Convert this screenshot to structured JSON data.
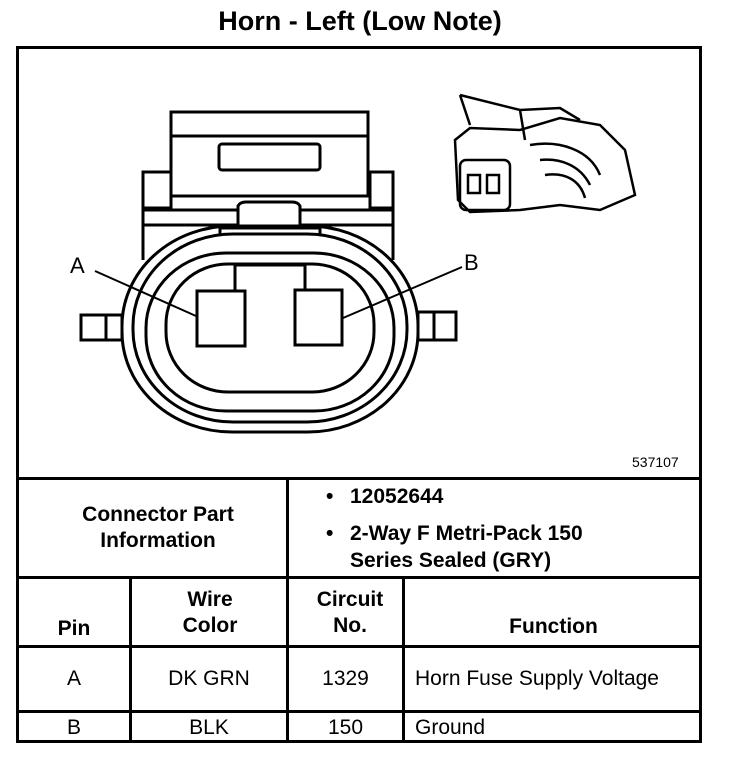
{
  "title": "Horn - Left (Low Note)",
  "diagram": {
    "pin_a_label": "A",
    "pin_b_label": "B",
    "figure_number": "537107"
  },
  "connector_info": {
    "label": "Connector Part Information",
    "items": [
      "12052644",
      "2-Way F Metri-Pack 150 Series Sealed (GRY)"
    ]
  },
  "table": {
    "headers": {
      "pin": "Pin",
      "wire_color": "Wire Color",
      "circuit": "Circuit No.",
      "function": "Function"
    },
    "rows": [
      {
        "pin": "A",
        "wire_color": "DK GRN",
        "circuit": "1329",
        "function": "Horn Fuse Supply Voltage"
      },
      {
        "pin": "B",
        "wire_color": "BLK",
        "circuit": "150",
        "function": "Ground"
      }
    ]
  }
}
